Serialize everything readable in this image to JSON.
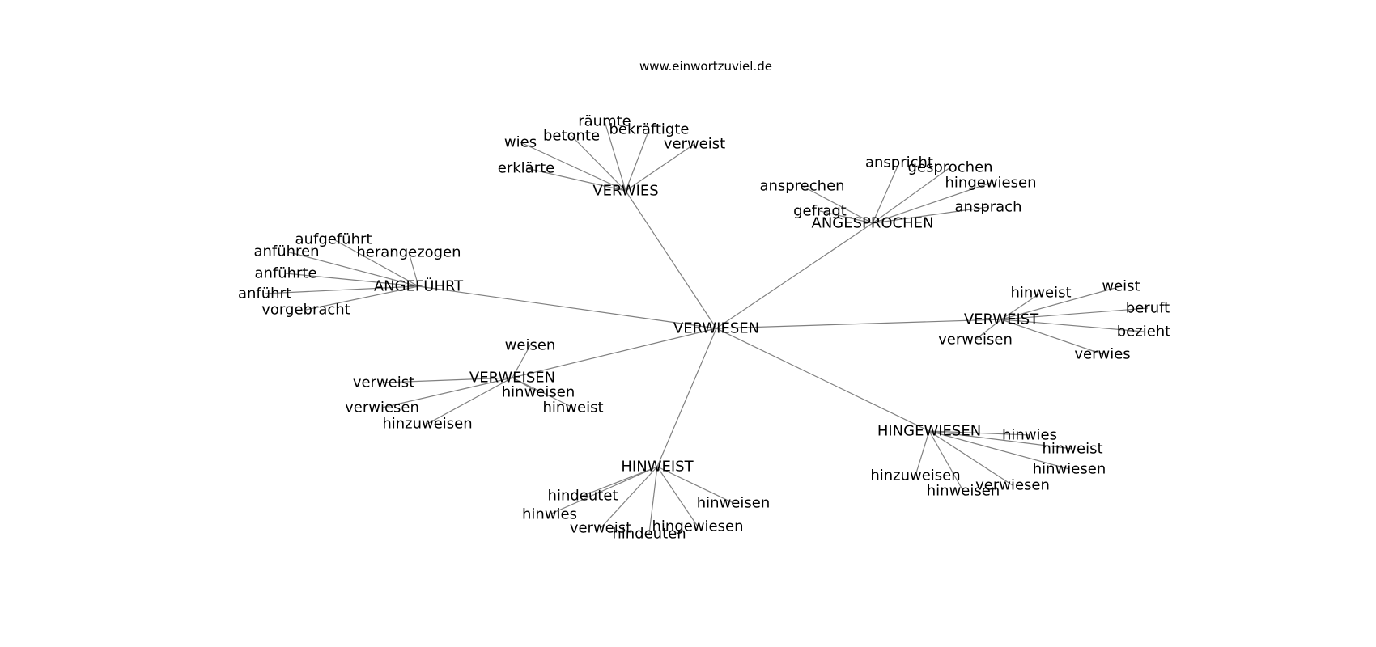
{
  "watermark": "www.einwortzuviel.de",
  "colors": {
    "edge": "#808080",
    "text": "#000000",
    "background": "#ffffff"
  },
  "graph": {
    "center": "VERWIESEN",
    "nodes": [
      {
        "id": "c",
        "label": "VERWIESEN"
      },
      {
        "id": "h1",
        "label": "VERWIES"
      },
      {
        "id": "h1a",
        "label": "räumte"
      },
      {
        "id": "h1b",
        "label": "bekräftigte"
      },
      {
        "id": "h1c",
        "label": "betonte"
      },
      {
        "id": "h1d",
        "label": "wies"
      },
      {
        "id": "h1e",
        "label": "verweist"
      },
      {
        "id": "h1f",
        "label": "erklärte"
      },
      {
        "id": "h2",
        "label": "ANGESPROCHEN"
      },
      {
        "id": "h2a",
        "label": "anspricht"
      },
      {
        "id": "h2b",
        "label": "gesprochen"
      },
      {
        "id": "h2c",
        "label": "hingewiesen"
      },
      {
        "id": "h2d",
        "label": "ansprechen"
      },
      {
        "id": "h2e",
        "label": "ansprach"
      },
      {
        "id": "h2f",
        "label": "gefragt"
      },
      {
        "id": "h3",
        "label": "ANGEFÜHRT"
      },
      {
        "id": "h3a",
        "label": "aufgeführt"
      },
      {
        "id": "h3b",
        "label": "anführen"
      },
      {
        "id": "h3c",
        "label": "herangezogen"
      },
      {
        "id": "h3d",
        "label": "anführte"
      },
      {
        "id": "h3e",
        "label": "anführt"
      },
      {
        "id": "h3f",
        "label": "vorgebracht"
      },
      {
        "id": "h4",
        "label": "VERWEIST"
      },
      {
        "id": "h4a",
        "label": "hinweist"
      },
      {
        "id": "h4b",
        "label": "weist"
      },
      {
        "id": "h4c",
        "label": "beruft"
      },
      {
        "id": "h4d",
        "label": "bezieht"
      },
      {
        "id": "h4e",
        "label": "verweisen"
      },
      {
        "id": "h4f",
        "label": "verwies"
      },
      {
        "id": "h5",
        "label": "VERWEISEN"
      },
      {
        "id": "h5a",
        "label": "weisen"
      },
      {
        "id": "h5b",
        "label": "verweist"
      },
      {
        "id": "h5c",
        "label": "hinweisen"
      },
      {
        "id": "h5d",
        "label": "verwiesen"
      },
      {
        "id": "h5e",
        "label": "hinweist"
      },
      {
        "id": "h5f",
        "label": "hinzuweisen"
      },
      {
        "id": "h6",
        "label": "HINGEWIESEN"
      },
      {
        "id": "h6a",
        "label": "hinwies"
      },
      {
        "id": "h6b",
        "label": "hinweist"
      },
      {
        "id": "h6c",
        "label": "hinwiesen"
      },
      {
        "id": "h6d",
        "label": "hinzuweisen"
      },
      {
        "id": "h6e",
        "label": "verwiesen"
      },
      {
        "id": "h6f",
        "label": "hinweisen"
      },
      {
        "id": "h7",
        "label": "HINWEIST"
      },
      {
        "id": "h7a",
        "label": "hindeutet"
      },
      {
        "id": "h7b",
        "label": "hinwies"
      },
      {
        "id": "h7c",
        "label": "hinweisen"
      },
      {
        "id": "h7d",
        "label": "verweist"
      },
      {
        "id": "h7e",
        "label": "hingewiesen"
      },
      {
        "id": "h7f",
        "label": "hindeuten"
      }
    ],
    "edges": [
      [
        "c",
        "h1"
      ],
      [
        "c",
        "h2"
      ],
      [
        "c",
        "h3"
      ],
      [
        "c",
        "h4"
      ],
      [
        "c",
        "h5"
      ],
      [
        "c",
        "h6"
      ],
      [
        "c",
        "h7"
      ],
      [
        "h1",
        "h1a"
      ],
      [
        "h1",
        "h1b"
      ],
      [
        "h1",
        "h1c"
      ],
      [
        "h1",
        "h1d"
      ],
      [
        "h1",
        "h1e"
      ],
      [
        "h1",
        "h1f"
      ],
      [
        "h2",
        "h2a"
      ],
      [
        "h2",
        "h2b"
      ],
      [
        "h2",
        "h2c"
      ],
      [
        "h2",
        "h2d"
      ],
      [
        "h2",
        "h2e"
      ],
      [
        "h2",
        "h2f"
      ],
      [
        "h3",
        "h3a"
      ],
      [
        "h3",
        "h3b"
      ],
      [
        "h3",
        "h3c"
      ],
      [
        "h3",
        "h3d"
      ],
      [
        "h3",
        "h3e"
      ],
      [
        "h3",
        "h3f"
      ],
      [
        "h4",
        "h4a"
      ],
      [
        "h4",
        "h4b"
      ],
      [
        "h4",
        "h4c"
      ],
      [
        "h4",
        "h4d"
      ],
      [
        "h4",
        "h4e"
      ],
      [
        "h4",
        "h4f"
      ],
      [
        "h5",
        "h5a"
      ],
      [
        "h5",
        "h5b"
      ],
      [
        "h5",
        "h5c"
      ],
      [
        "h5",
        "h5d"
      ],
      [
        "h5",
        "h5e"
      ],
      [
        "h5",
        "h5f"
      ],
      [
        "h6",
        "h6a"
      ],
      [
        "h6",
        "h6b"
      ],
      [
        "h6",
        "h6c"
      ],
      [
        "h6",
        "h6d"
      ],
      [
        "h6",
        "h6e"
      ],
      [
        "h6",
        "h6f"
      ],
      [
        "h7",
        "h7a"
      ],
      [
        "h7",
        "h7b"
      ],
      [
        "h7",
        "h7c"
      ],
      [
        "h7",
        "h7d"
      ],
      [
        "h7",
        "h7e"
      ],
      [
        "h7",
        "h7f"
      ]
    ]
  }
}
